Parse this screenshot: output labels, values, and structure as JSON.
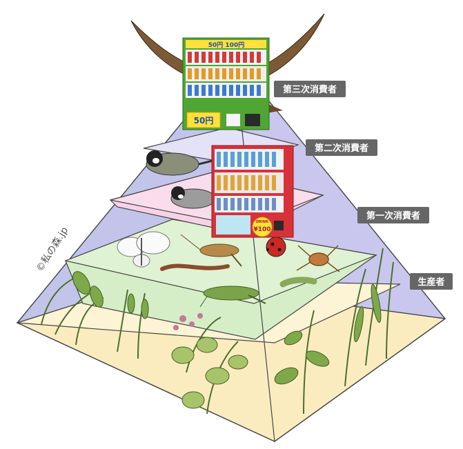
{
  "levels": {
    "tertiary": "第三次消費者",
    "secondary": "第二次消費者",
    "primary": "第一次消費者",
    "producer": "生産者"
  },
  "copyright": "©私の森.jp",
  "vending_machine_green": {
    "banner": "50円 100円",
    "price_sign": "50円"
  },
  "vending_machine_red": {
    "drink_label": "DRINK",
    "price_sign": "¥100"
  },
  "colors": {
    "producer_layer": "#fbecc0",
    "primary_layer": "#d6eec8",
    "secondary_layer": "#f7d2e6",
    "tertiary_layer": "#d4d4f0",
    "pyramid_side": "#c3c4ea",
    "edge": "#444444",
    "label_box": "#666666",
    "vm_green": "#4fa634",
    "vm_red": "#d8313a"
  }
}
